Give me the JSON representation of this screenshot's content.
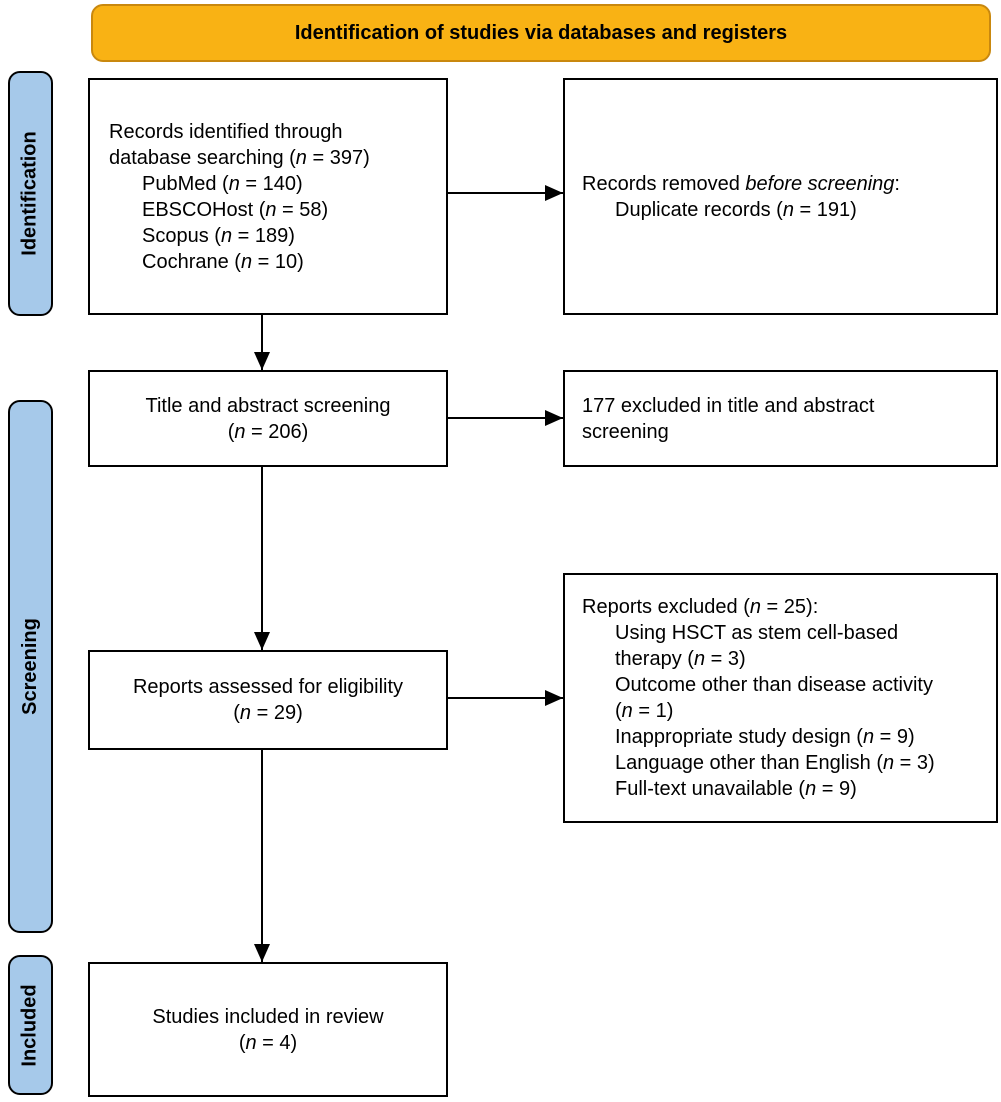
{
  "banner": {
    "label": "Identification of studies via databases and registers"
  },
  "stages": [
    {
      "label": "Identification"
    },
    {
      "label": "Screening"
    },
    {
      "label": "Included"
    }
  ],
  "boxes": {
    "records_identified": {
      "lines": [
        {
          "text": "Records identified through database searching (*n* = 397)"
        },
        {
          "text": "PubMed (*n* = 140)"
        },
        {
          "text": "EBSCOHost (*n* = 58)"
        },
        {
          "text": "Scopus (*n* = 189)"
        },
        {
          "text": "Cochrane (*n* = 10)"
        }
      ]
    },
    "records_removed": {
      "lines": [
        {
          "text": "Records removed *before screening*:"
        },
        {
          "text": "Duplicate records (*n* = 191)"
        }
      ]
    },
    "title_abstract_screening": {
      "lines": [
        {
          "text": "Title and abstract screening"
        },
        {
          "text": "(*n* = 206)"
        }
      ]
    },
    "excluded_title_abstract": {
      "lines": [
        {
          "text": "177 excluded in title and abstract screening"
        }
      ]
    },
    "reports_assessed": {
      "lines": [
        {
          "text": "Reports assessed for eligibility"
        },
        {
          "text": "(*n* = 29)"
        }
      ]
    },
    "reports_excluded": {
      "lines": [
        {
          "text": "Reports excluded (*n* = 25):"
        },
        {
          "text": "Using HSCT as stem cell-based therapy (*n* = 3)"
        },
        {
          "text": "Outcome other than disease activity (*n* = 1)"
        },
        {
          "text": "Inappropriate study design (*n* = 9)"
        },
        {
          "text": "Language other than English (*n* = 3)"
        },
        {
          "text": "Full-text unavailable (*n* = 9)"
        }
      ]
    },
    "studies_included": {
      "lines": [
        {
          "text": "Studies included in review"
        },
        {
          "text": "(*n* = 4)"
        }
      ]
    }
  },
  "colors": {
    "banner_fill": "#f9b214",
    "banner_border": "#c9880e",
    "stage_fill": "#a6c9ea",
    "stage_border": "#000000",
    "box_border": "#000000",
    "arrow": "#000000"
  }
}
